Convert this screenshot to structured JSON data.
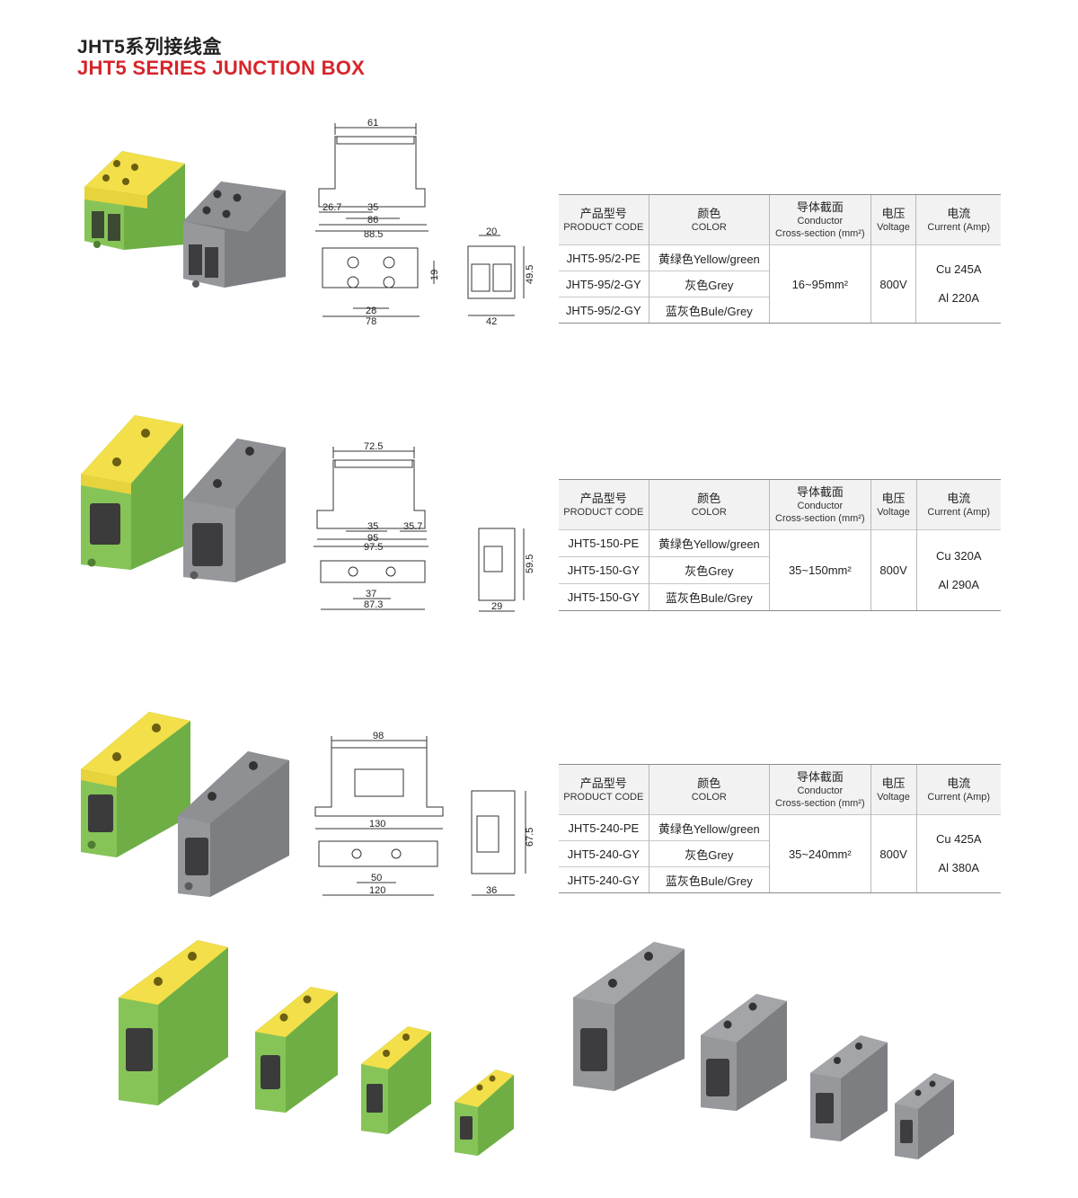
{
  "title": {
    "cn": "JHT5系列接线盒",
    "en": "JHT5 SERIES JUNCTION BOX"
  },
  "colors": {
    "accent": "#d6252b",
    "yellow": "#f2df4a",
    "green": "#79b84e",
    "grey": "#8e9093",
    "table_header": "#f2f2f2"
  },
  "table_headers": {
    "code_cn": "产品型号",
    "code_en": "PRODUCT CODE",
    "color_cn": "颜色",
    "color_en": "COLOR",
    "section_cn": "导体截面",
    "section_en1": "Conductor",
    "section_en2": "Cross-section (mm²)",
    "voltage_cn": "电压",
    "voltage_en": "Voltage",
    "current_cn": "电流",
    "current_en": "Current (Amp)"
  },
  "products": [
    {
      "rows": [
        {
          "code": "JHT5-95/2-PE",
          "color": "黄绿色Yellow/green"
        },
        {
          "code": "JHT5-95/2-GY",
          "color": "灰色Grey"
        },
        {
          "code": "JHT5-95/2-GY",
          "color": "蓝灰色Bule/Grey"
        }
      ],
      "section": "16~95mm²",
      "voltage": "800V",
      "current_cu": "Cu 245A",
      "current_al": "Al 220A",
      "dims": {
        "top_width": "61",
        "d1": "26.7",
        "d2": "35",
        "d3": "86",
        "d4": "88.5",
        "hole_h": "19",
        "hole_w": "28",
        "base_w": "78",
        "side_top": "20",
        "side_h": "49.5",
        "side_w": "42"
      }
    },
    {
      "rows": [
        {
          "code": "JHT5-150-PE",
          "color": "黄绿色Yellow/green"
        },
        {
          "code": "JHT5-150-GY",
          "color": "灰色Grey"
        },
        {
          "code": "JHT5-150-GY",
          "color": "蓝灰色Bule/Grey"
        }
      ],
      "section": "35~150mm²",
      "voltage": "800V",
      "current_cu": "Cu 320A",
      "current_al": "Al 290A",
      "dims": {
        "top_width": "72.5",
        "d1": "35",
        "d2": "35.7",
        "d3": "95",
        "d4": "97.5",
        "hole_w": "37",
        "base_w": "87.3",
        "side_h": "59.5",
        "side_w": "29"
      }
    },
    {
      "rows": [
        {
          "code": "JHT5-240-PE",
          "color": "黄绿色Yellow/green"
        },
        {
          "code": "JHT5-240-GY",
          "color": "灰色Grey"
        },
        {
          "code": "JHT5-240-GY",
          "color": "蓝灰色Bule/Grey"
        }
      ],
      "section": "35~240mm²",
      "voltage": "800V",
      "current_cu": "Cu 425A",
      "current_al": "Al 380A",
      "dims": {
        "top_width": "98",
        "d3": "130",
        "hole_w": "50",
        "base_w": "120",
        "side_h": "67.5",
        "side_w": "36"
      }
    }
  ]
}
